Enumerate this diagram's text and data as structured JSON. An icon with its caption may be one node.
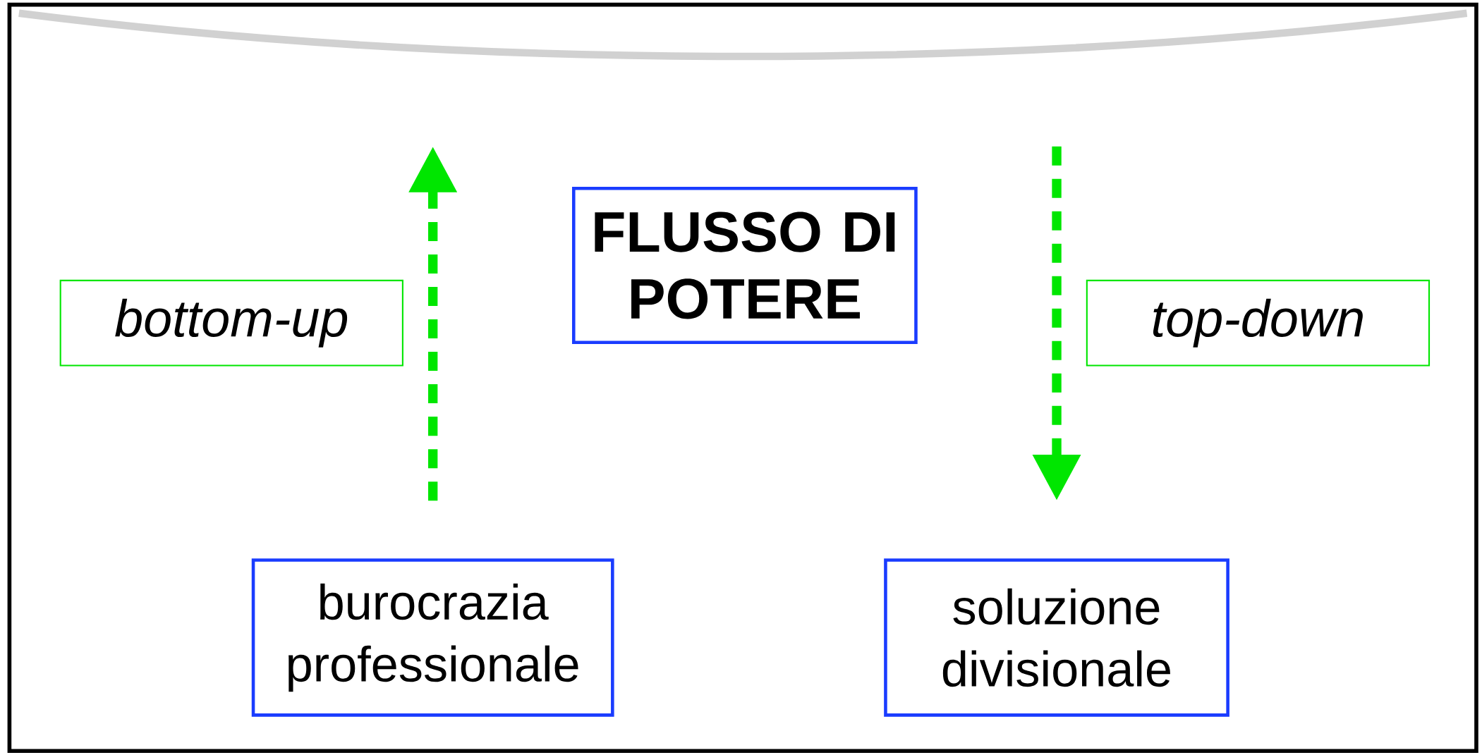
{
  "diagram": {
    "nodes": [
      {
        "text": [
          "FLUSSO DI POTERE"
        ]
      },
      {
        "text": [
          "bottom-up"
        ]
      },
      {
        "text": [
          "top-down"
        ]
      },
      {
        "text": [
          "burocrazia professionale"
        ]
      },
      {
        "text": [
          "soluzione divisionale"
        ]
      }
    ]
  }
}
